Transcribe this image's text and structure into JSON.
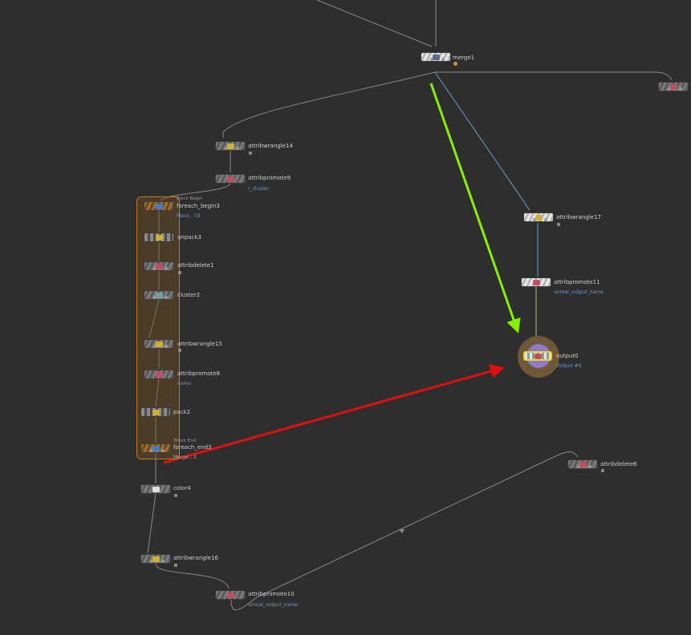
{
  "colors": {
    "background": "#2e2e2e",
    "wire": "#8a8a8a",
    "wire_blue": "#6f9ad0",
    "wire_yellow": "#b8c070",
    "annotation_green": "#86f000",
    "annotation_red": "#e01010",
    "block": "#c07d20"
  },
  "nodes": {
    "merge1": {
      "label": "merge1",
      "icon": "merge-icon"
    },
    "top_right": {
      "icon": "attribdelete-icon"
    },
    "attribwrangle14": {
      "label": "attribwrangle14",
      "icon": "wrangle-icon"
    },
    "attribpromote9": {
      "label": "attribpromote9",
      "sub": "r_cluster",
      "icon": "promote-icon"
    },
    "foreach_begin3": {
      "label": "foreach_begin3",
      "top": "Block Begin",
      "sub": "Piece : 19",
      "icon": "foreach-icon"
    },
    "unpack3": {
      "label": "unpack3",
      "icon": "unpack-icon"
    },
    "attribdelete1": {
      "label": "attribdelete1",
      "icon": "delete-icon"
    },
    "cluster2": {
      "label": "cluster2",
      "icon": "cluster-icon"
    },
    "attribwrangle15": {
      "label": "attribwrangle15",
      "icon": "wrangle-icon"
    },
    "attribpromote8": {
      "label": "attribpromote8",
      "sub": "name",
      "icon": "promote-icon"
    },
    "pack2": {
      "label": "pack2",
      "icon": "pack-icon"
    },
    "foreach_end3": {
      "label": "foreach_end3",
      "top": "Block End",
      "sub": "Merge : 3",
      "icon": "foreach-icon"
    },
    "color4": {
      "label": "color4",
      "icon": "color-icon"
    },
    "attribwrangle16": {
      "label": "attribwrangle16",
      "icon": "wrangle-icon"
    },
    "attribpromote10": {
      "label": "attribpromote10",
      "sub": "unreal_output_name",
      "icon": "promote-icon"
    },
    "attribwrangle17": {
      "label": "attribwrangle17",
      "icon": "wrangle-icon"
    },
    "attribpromote11": {
      "label": "attribpromote11",
      "sub": "unreal_output_name",
      "icon": "promote-icon"
    },
    "output0": {
      "label": "output0",
      "sub": "Output #0",
      "icon": "output-icon"
    },
    "attribdelete6": {
      "label": "attribdelete6",
      "icon": "delete-icon"
    }
  }
}
